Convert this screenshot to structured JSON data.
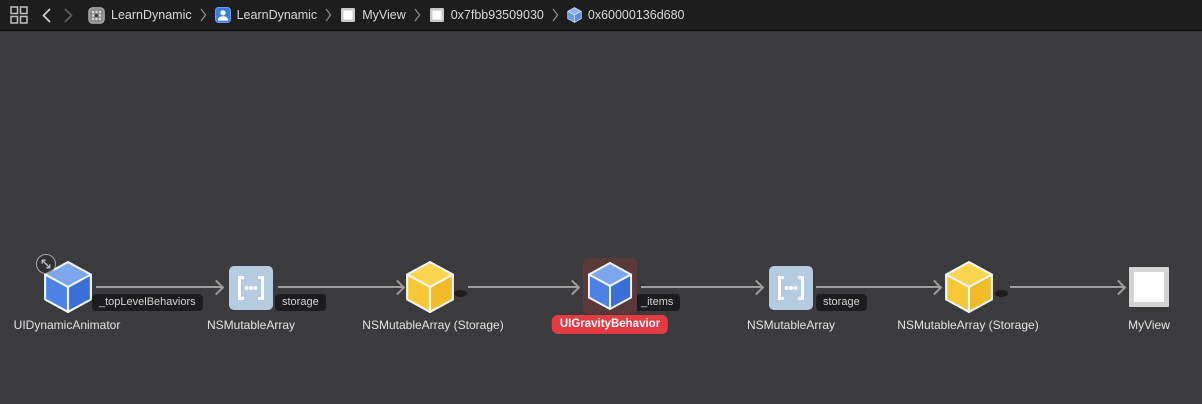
{
  "jump_bar": {
    "breadcrumb": [
      {
        "icon": "app-icon",
        "label": "LearnDynamic"
      },
      {
        "icon": "process-icon",
        "label": "LearnDynamic"
      },
      {
        "icon": "view-icon",
        "label": "MyView"
      },
      {
        "icon": "view-icon",
        "label": "0x7fbb93509030"
      },
      {
        "icon": "cube-icon",
        "label": "0x60000136d680"
      }
    ]
  },
  "graph": {
    "nodes": [
      {
        "label": "UIDynamicAnimator",
        "type": "object-cube-blue",
        "badge": "expand"
      },
      {
        "label": "NSMutableArray",
        "type": "array"
      },
      {
        "label": "NSMutableArray (Storage)",
        "type": "object-cube-yellow"
      },
      {
        "label": "UIGravityBehavior",
        "type": "object-cube-blue",
        "selected": true
      },
      {
        "label": "NSMutableArray",
        "type": "array"
      },
      {
        "label": "NSMutableArray (Storage)",
        "type": "object-cube-yellow"
      },
      {
        "label": "MyView",
        "type": "view"
      }
    ],
    "edges": [
      {
        "label": "_topLevelBehaviors"
      },
      {
        "label": "storage"
      },
      {
        "label": ""
      },
      {
        "label": "_items"
      },
      {
        "label": "storage"
      },
      {
        "label": ""
      }
    ]
  },
  "colors": {
    "selection_red": "#e23b42",
    "selection_background": "#5b393b",
    "cube_blue": "#4c82e4",
    "cube_yellow": "#f8c937",
    "array_icon_background": "#b5cce0",
    "arrow_gray": "#9d9d9d",
    "canvas_background": "#3b3b3d",
    "jumpbar_background": "#1d1d1e"
  }
}
